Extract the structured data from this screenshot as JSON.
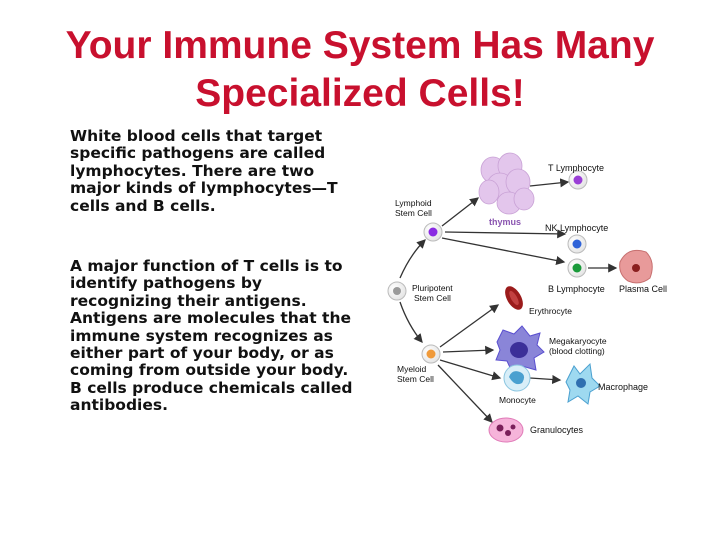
{
  "slide": {
    "title": "Your Immune System Has Many Specialized Cells!",
    "paragraphs": [
      "White blood cells that target specific pathogens are called lymphocytes. There are two major kinds of lymphocytes—T cells and B cells.",
      "A major function of T cells is to identify pathogens by recognizing their antigens. Antigens are molecules that the immune system recognizes as either part of your body, or as coming from outside your body. B cells produce chemicals called antibodies."
    ]
  },
  "diagram": {
    "labels": {
      "t_lymphocyte": "T Lymphocyte",
      "thymus": "thymus",
      "lymphoid_1": "Lymphoid",
      "lymphoid_2": "Stem Cell",
      "nk_lymphocyte": "NK Lymphocyte",
      "pluripotent_1": "Pluripotent",
      "pluripotent_2": "Stem Cell",
      "b_lymphocyte": "B Lymphocyte",
      "plasma_cell": "Plasma Cell",
      "erythrocyte": "Erythrocyte",
      "megakaryocyte_1": "Megakaryocyte",
      "megakaryocyte_2": "(blood clotting)",
      "myeloid_1": "Myeloid",
      "myeloid_2": "Stem Cell",
      "macrophage": "Macrophage",
      "monocyte": "Monocyte",
      "granulocytes": "Granulocytes"
    },
    "colors": {
      "title": "#c8102e",
      "thymus": "#e3c6ec",
      "lymphoid_cell": "#8a2be2",
      "t_cell": "#9a3fd6",
      "nk_cell": "#2f63d8",
      "b_cell": "#1a9a3a",
      "plasma_cell": "#e89a9a",
      "pluripotent_cell": "#9a9a9a",
      "myeloid_cell": "#f09a3a",
      "erythrocyte": "#9b1b1b",
      "megakaryocyte": "#5a4fd0",
      "macrophage": "#6ec6e8",
      "monocyte": "#a8d8f0",
      "granulocyte": "#f08ac8"
    }
  }
}
